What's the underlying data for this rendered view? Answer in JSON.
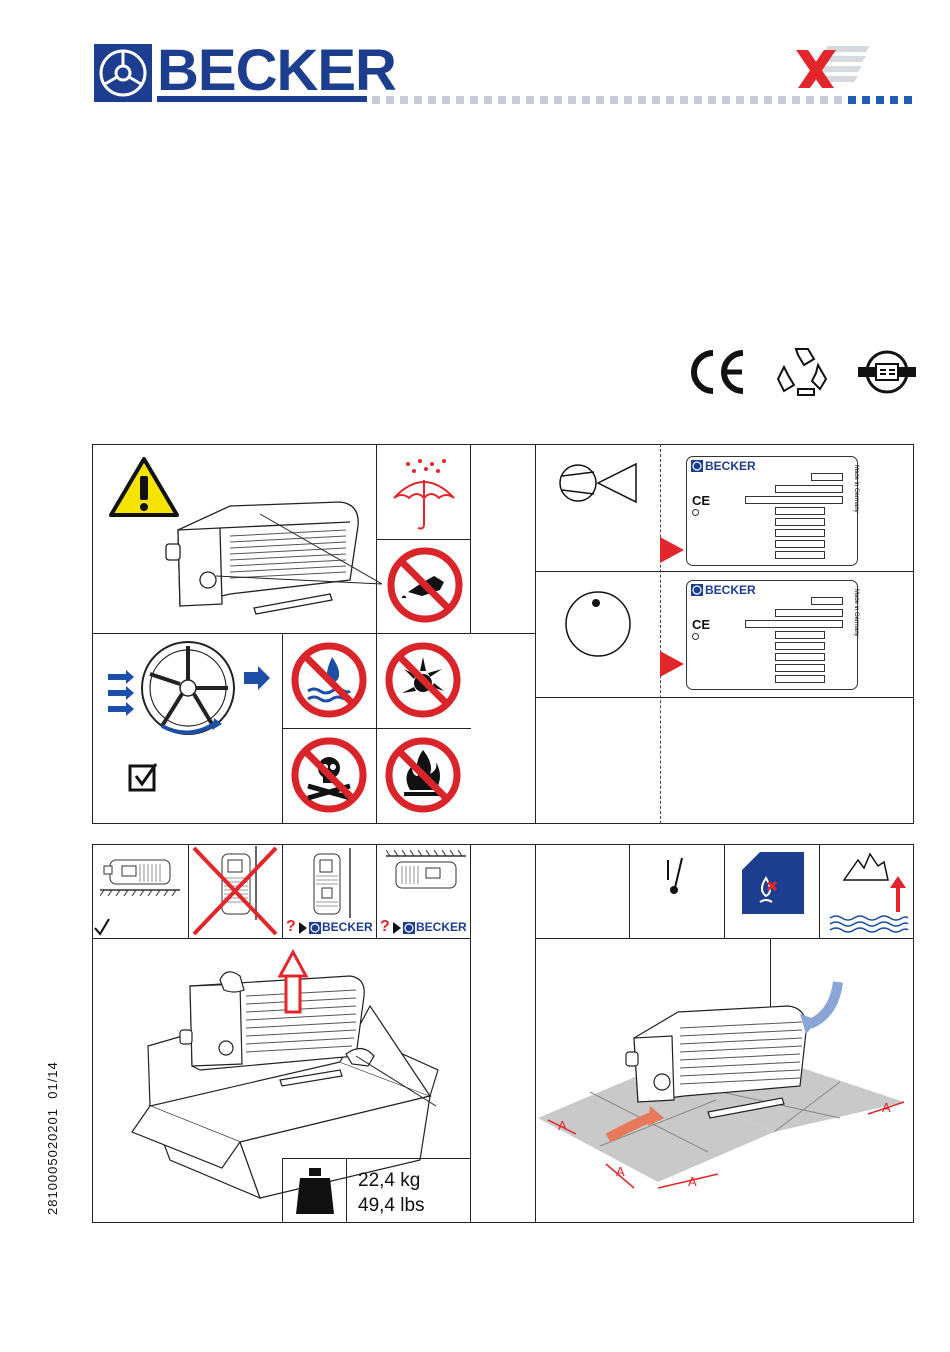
{
  "header": {
    "brand": "BECKER"
  },
  "nameplate_brand": "BECKER",
  "nameplate_mark": "CE",
  "nameplate_origin": "Made in Germany",
  "orientation_brand": "BECKER",
  "question_mark": "?",
  "weight": {
    "kg": "22,4 kg",
    "lbs": "49,4 lbs"
  },
  "clearance_label": "A",
  "document_code": "2810005020201/14",
  "doc_number": "2810005020201",
  "doc_date": "01/14",
  "colors": {
    "brand_blue": "#1d3d8f",
    "accent_red": "#e3262b",
    "warning_yellow": "#f6e400",
    "prohibition_red": "#d9242a",
    "floor_gray": "#c9c9c9"
  }
}
